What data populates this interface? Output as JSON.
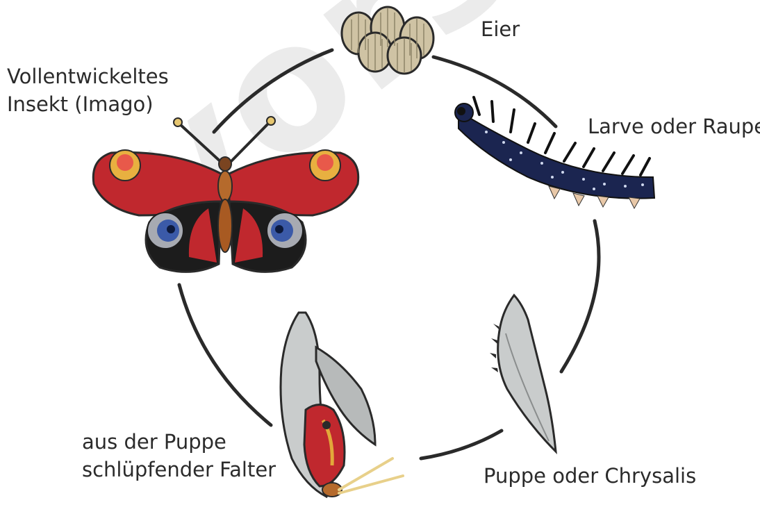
{
  "labels": {
    "eggs": "Eier",
    "larva": "Larve oder Raupe",
    "pupa": "Puppe oder Chrysalis",
    "emerging_line1": "aus der Puppe",
    "emerging_line2": "schlüpfender Falter",
    "adult_line1": "Vollentwickeltes",
    "adult_line2": "Insekt (Imago)"
  },
  "watermark": "vorschau",
  "colors": {
    "cycle_line": "#2a2a2a",
    "wing_red": "#c0282e",
    "wing_dark": "#1c1c1c",
    "eyespot_blue": "#3b5aa8",
    "caterpillar": "#1b2550",
    "pupa_gray": "#c9cccc",
    "egg": "#cfc3a4"
  },
  "icons": {
    "eggs": "egg-cluster-icon",
    "larva": "caterpillar-icon",
    "pupa": "chrysalis-icon",
    "emerging": "emerging-butterfly-icon",
    "adult": "peacock-butterfly-icon"
  }
}
